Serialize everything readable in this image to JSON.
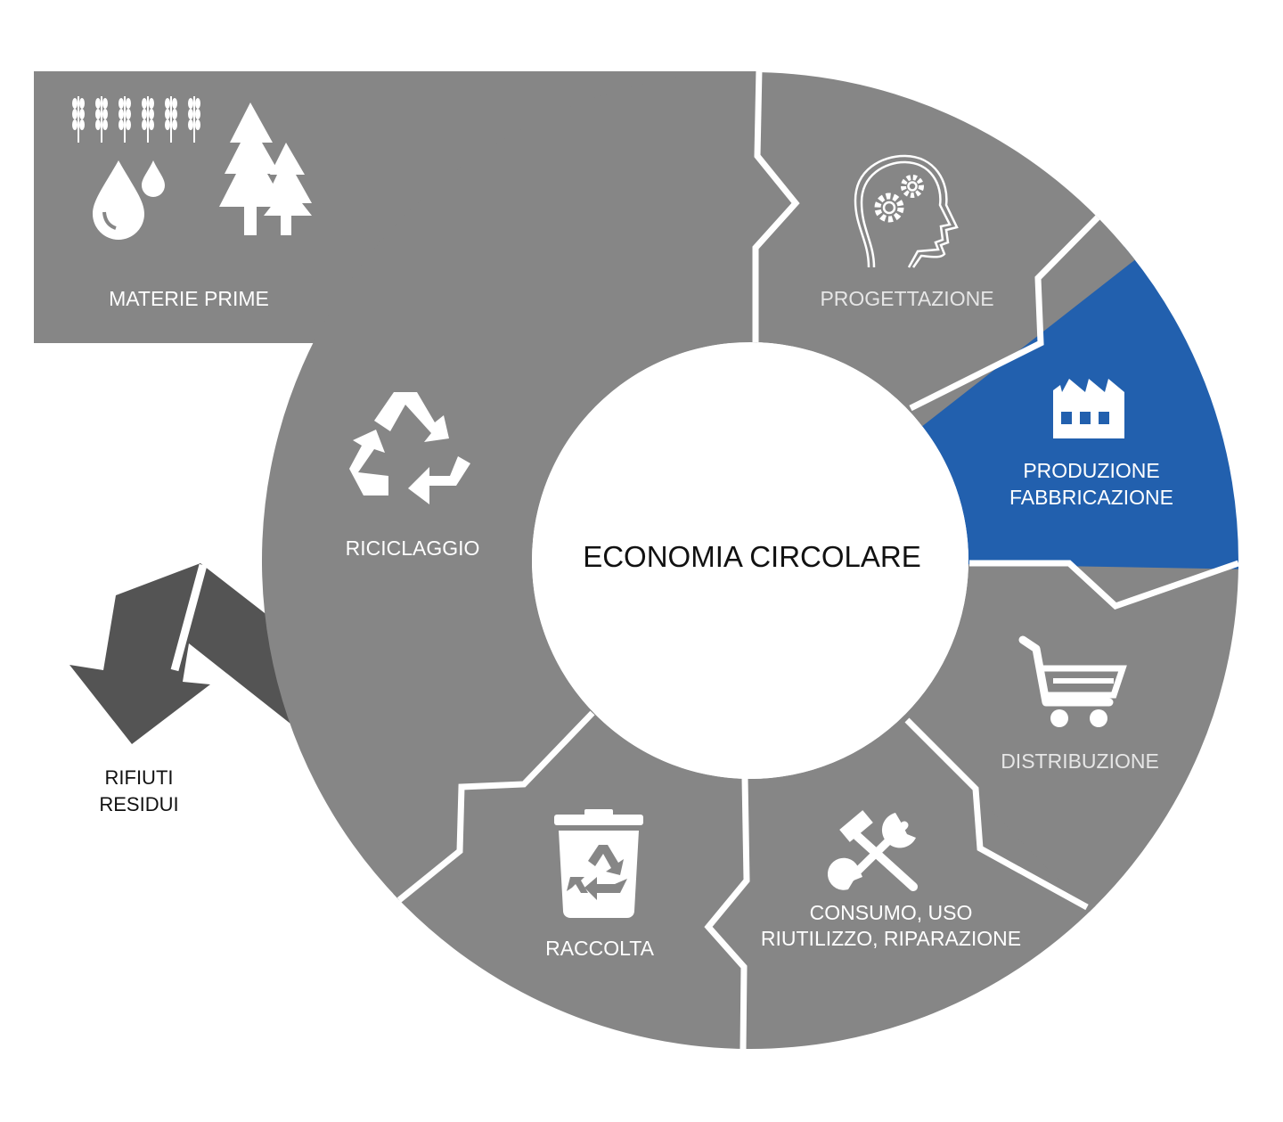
{
  "diagram": {
    "center_title": "ECONOMIA CIRCOLARE",
    "colors": {
      "segment": "#868686",
      "highlight": "#2260ae",
      "waste_arrow": "#545454",
      "separator": "#ffffff"
    },
    "segments": [
      {
        "id": "materie-prime",
        "label_lines": [
          "MATERIE PRIME"
        ],
        "icon": "wheat-water-trees-icon",
        "highlighted": false
      },
      {
        "id": "progettazione",
        "label_lines": [
          "PROGETTAZIONE"
        ],
        "icon": "head-gears-icon",
        "highlighted": false
      },
      {
        "id": "produzione",
        "label_lines": [
          "PRODUZIONE",
          "FABBRICAZIONE"
        ],
        "icon": "factory-icon",
        "highlighted": true
      },
      {
        "id": "distribuzione",
        "label_lines": [
          "DISTRIBUZIONE"
        ],
        "icon": "shopping-cart-icon",
        "highlighted": false
      },
      {
        "id": "consumo",
        "label_lines": [
          "CONSUMO, USO",
          "RIUTILIZZO, RIPARAZIONE"
        ],
        "icon": "tools-icon",
        "highlighted": false
      },
      {
        "id": "raccolta",
        "label_lines": [
          "RACCOLTA"
        ],
        "icon": "recycling-bin-icon",
        "highlighted": false
      },
      {
        "id": "riciclaggio",
        "label_lines": [
          "RICICLAGGIO"
        ],
        "icon": "recycle-icon",
        "highlighted": false
      }
    ],
    "waste": {
      "label_lines": [
        "RIFIUTI",
        "RESIDUI"
      ],
      "icon": "down-arrow-icon"
    }
  }
}
